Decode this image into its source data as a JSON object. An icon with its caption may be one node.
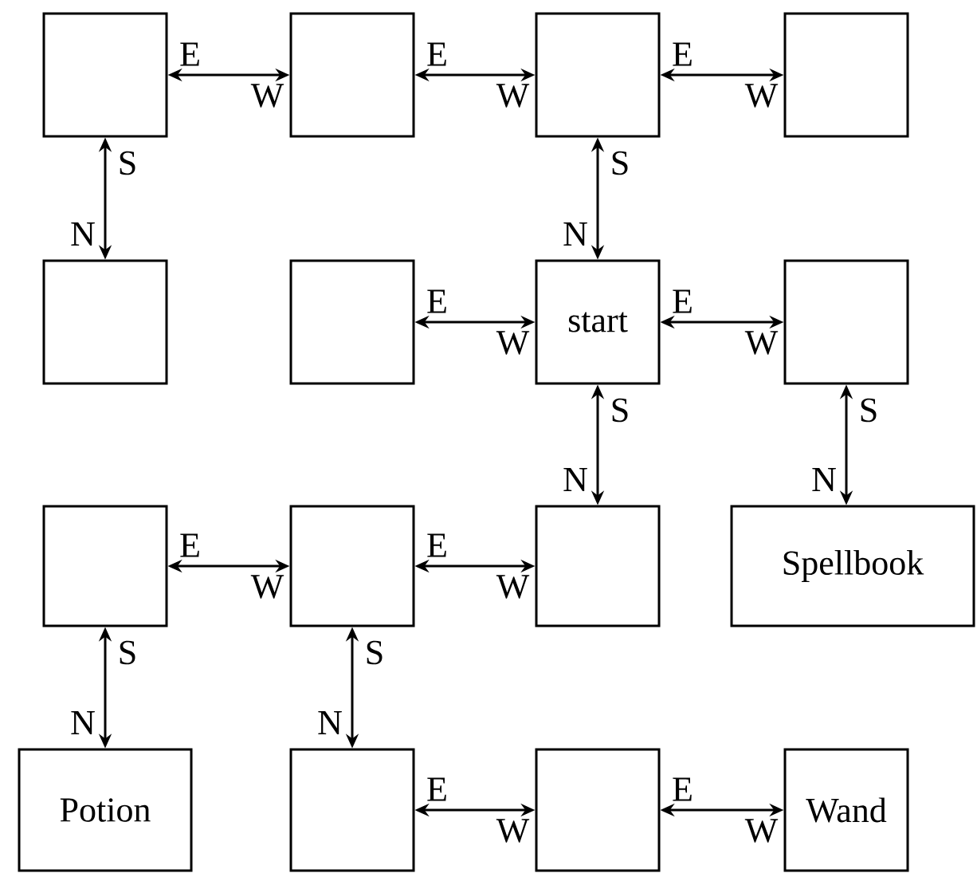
{
  "diagram": {
    "nodes": [
      {
        "text": [],
        "shape": "box"
      },
      {
        "text": [],
        "shape": "box"
      },
      {
        "text": [],
        "shape": "box"
      },
      {
        "text": [],
        "shape": "box"
      },
      {
        "text": [],
        "shape": "box"
      },
      {
        "text": [],
        "shape": "box"
      },
      {
        "text": [
          "start"
        ]
      },
      {
        "text": [],
        "shape": "box"
      },
      {
        "text": [],
        "shape": "box"
      },
      {
        "text": [],
        "shape": "box"
      },
      {
        "text": [],
        "shape": "box"
      },
      {
        "text": [
          "Spellbook"
        ]
      },
      {
        "text": [
          "Potion"
        ]
      },
      {
        "text": [],
        "shape": "box"
      },
      {
        "text": [],
        "shape": "box"
      },
      {
        "text": [
          "Wand"
        ]
      }
    ],
    "edges": [
      {
        "from": 0,
        "to": 1,
        "arrow": "both"
      },
      {
        "from": 1,
        "to": 2,
        "arrow": "both"
      },
      {
        "from": 2,
        "to": 3,
        "arrow": "both"
      },
      {
        "from": 0,
        "to": 4,
        "arrow": "both"
      },
      {
        "from": 2,
        "to": 6,
        "arrow": "both"
      },
      {
        "from": 5,
        "to": 6,
        "arrow": "both"
      },
      {
        "from": 6,
        "to": 7,
        "arrow": "both"
      },
      {
        "from": 6,
        "to": 10,
        "arrow": "both"
      },
      {
        "from": 7,
        "to": 11,
        "arrow": "both"
      },
      {
        "from": 8,
        "to": 9,
        "arrow": "both"
      },
      {
        "from": 9,
        "to": 10,
        "arrow": "both"
      },
      {
        "from": 8,
        "to": 12,
        "arrow": "both"
      },
      {
        "from": 9,
        "to": 13,
        "arrow": "both"
      },
      {
        "from": 13,
        "to": 14,
        "arrow": "both"
      },
      {
        "from": 14,
        "to": 15,
        "arrow": "both"
      }
    ],
    "labels": [
      "E",
      "W",
      "E",
      "W",
      "E",
      "W",
      "S",
      "N",
      "S",
      "N",
      "E",
      "W",
      "E",
      "W",
      "S",
      "N",
      "S",
      "N",
      "E",
      "W",
      "E",
      "W",
      "S",
      "N",
      "S",
      "N",
      "E",
      "W",
      "E",
      "W"
    ]
  }
}
